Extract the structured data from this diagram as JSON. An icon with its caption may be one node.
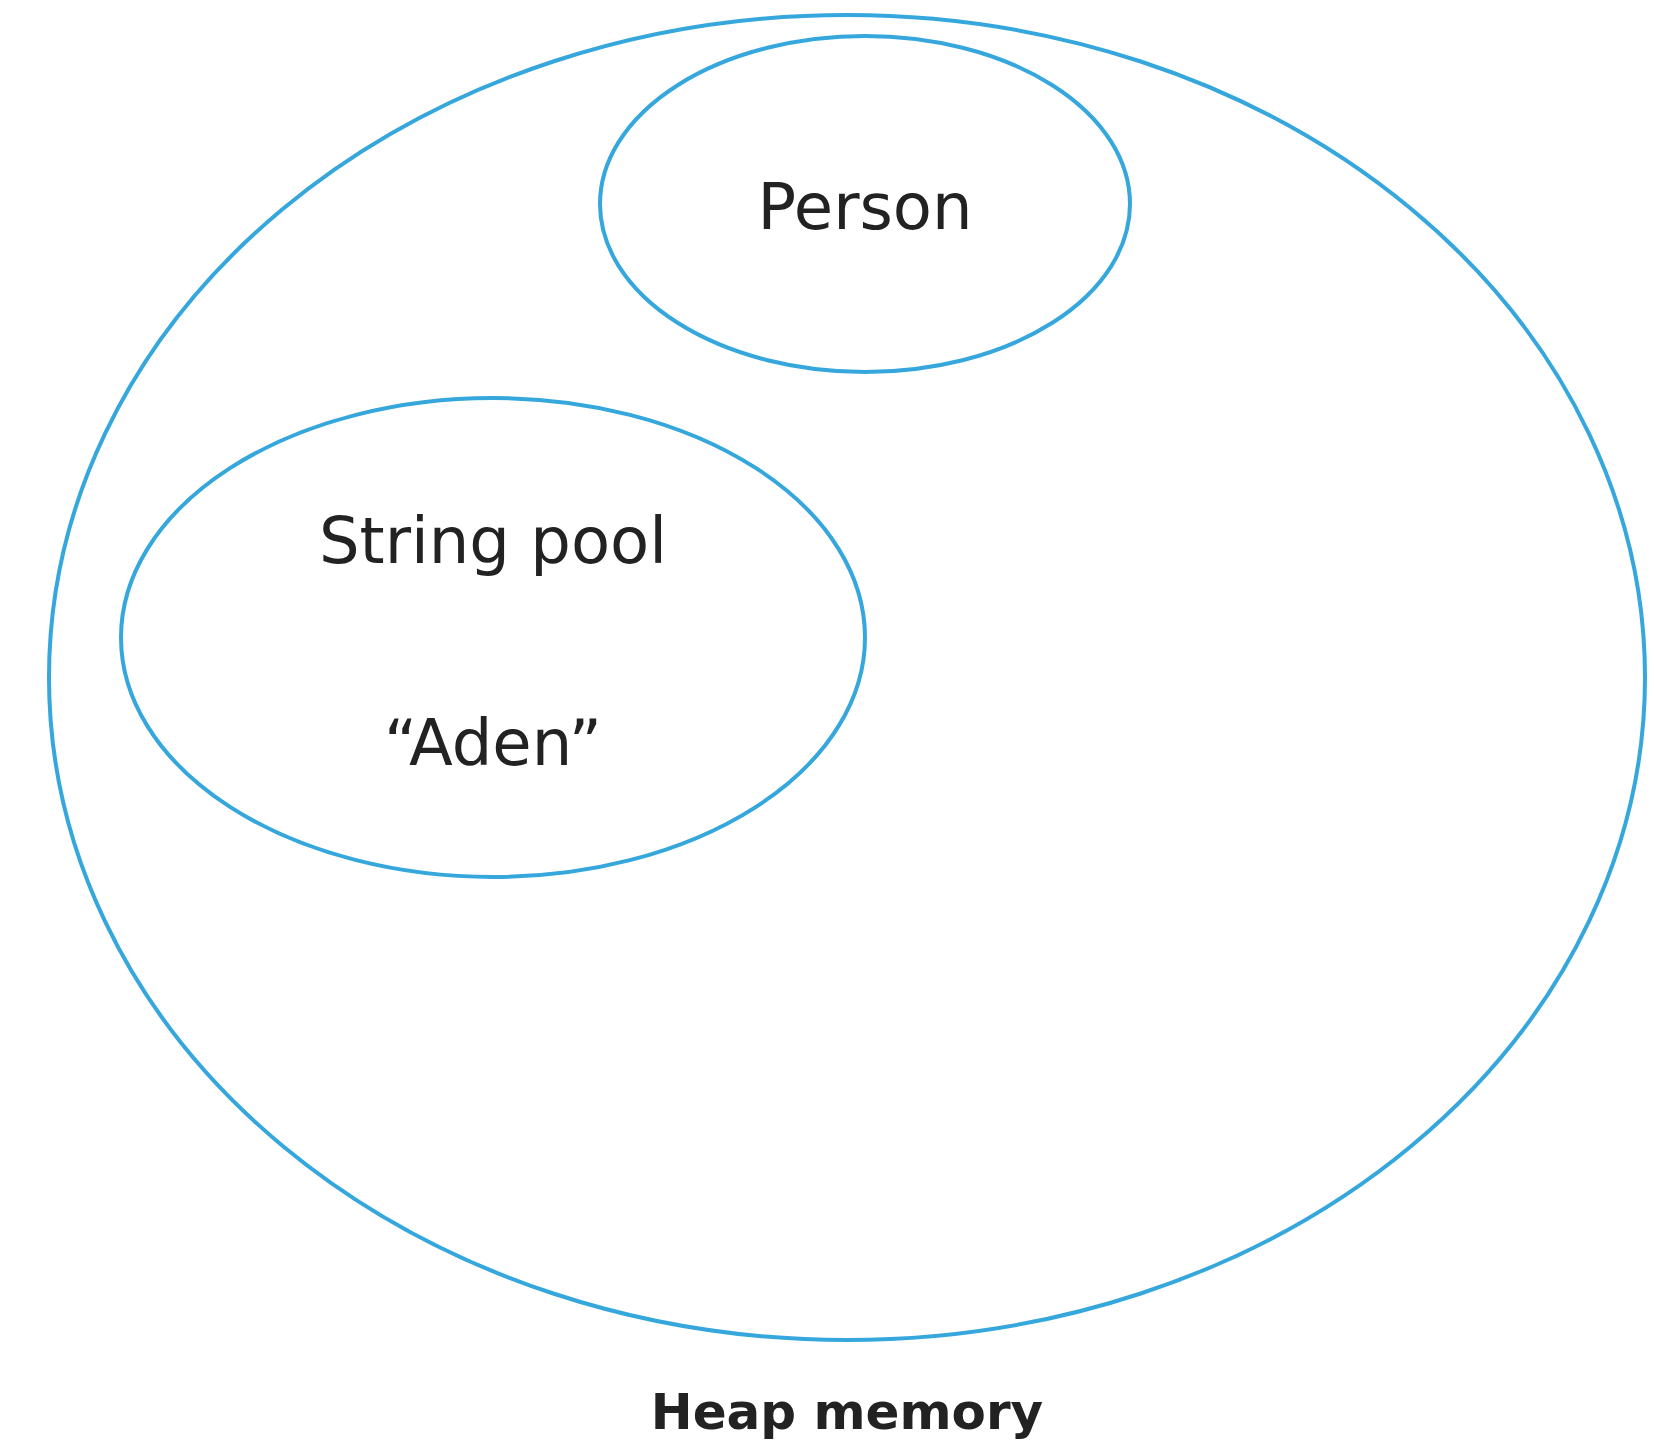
{
  "diagram": {
    "nodes": [
      {
        "text": [
          "Heap memory"
        ]
      },
      {
        "text": [
          "Person"
        ],
        "in": 0
      },
      {
        "text": [
          "String pool",
          "“Aden”"
        ],
        "in": 0
      }
    ],
    "edges": []
  }
}
